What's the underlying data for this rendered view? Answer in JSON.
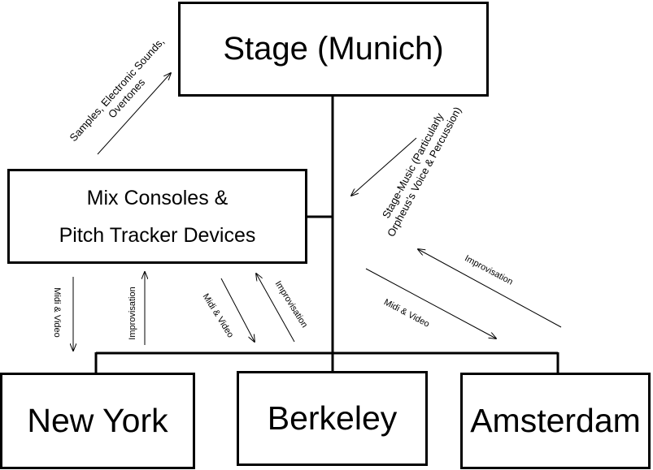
{
  "nodes": {
    "stage": "Stage (Munich)",
    "mix_line1": "Mix Consoles &",
    "mix_line2": "Pitch Tracker Devices",
    "new_york": "New York",
    "berkeley": "Berkeley",
    "amsterdam": "Amsterdam"
  },
  "edge_labels": {
    "samples_line1": "Samples, Electronic Sounds,",
    "samples_line2": "Overtones",
    "stage_music_line1": "Stage-Music (Particularly",
    "stage_music_line2": "Orpheus's Voice & Percussion)",
    "ny_midi": "Midi & Video",
    "ny_improv": "Improvisation",
    "berk_midi": "Midi & Video",
    "berk_improv": "Improvisation",
    "ams_midi": "Midi & Video",
    "ams_improv": "Improvisation"
  }
}
